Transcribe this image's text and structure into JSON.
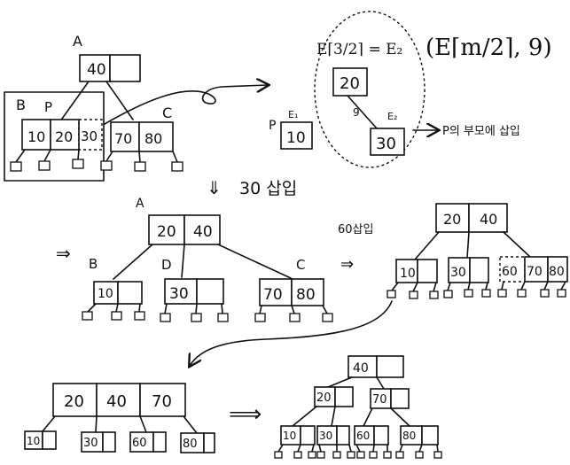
{
  "step1": {
    "label_a": "A",
    "label_b": "B",
    "label_p": "P",
    "label_c": "C",
    "root_key": "40",
    "b_keys": [
      "10",
      "20",
      "30"
    ],
    "c_keys": [
      "70",
      "80"
    ],
    "p_marker": "P",
    "e1_label": "E₁",
    "e1_key": "10",
    "e_formula": "E⌈3/2⌉ = E₂",
    "e_paren": "(E⌈m/2⌉, 9)",
    "e2_key": "20",
    "edge_q": "9",
    "e2_label": "E₂",
    "e3_key": "30",
    "note": "P의 부모에 삽입"
  },
  "step2": {
    "heading": "30 삽입",
    "label_a": "A",
    "root_keys": [
      "20",
      "40"
    ],
    "label_b": "B",
    "label_d": "D",
    "label_c": "C",
    "b_keys": [
      "10",
      ""
    ],
    "d_keys": [
      "30",
      ""
    ],
    "c_keys": [
      "70",
      "80"
    ]
  },
  "step3": {
    "heading": "60삽입",
    "root_keys": [
      "20",
      "40"
    ],
    "children": [
      [
        "10",
        ""
      ],
      [
        "30",
        ""
      ],
      [
        "60",
        "70",
        "80"
      ]
    ]
  },
  "step4": {
    "split_keys": [
      "20",
      "40",
      "70"
    ],
    "children": [
      "10",
      "30",
      "60",
      "80"
    ],
    "final_root": "40",
    "final_left": "20",
    "final_right": "70",
    "final_leaves": [
      "10",
      "30",
      "60",
      "80"
    ]
  },
  "arrows": {
    "implies": "⇒",
    "down": "⇓",
    "long_implies": "⟹"
  }
}
